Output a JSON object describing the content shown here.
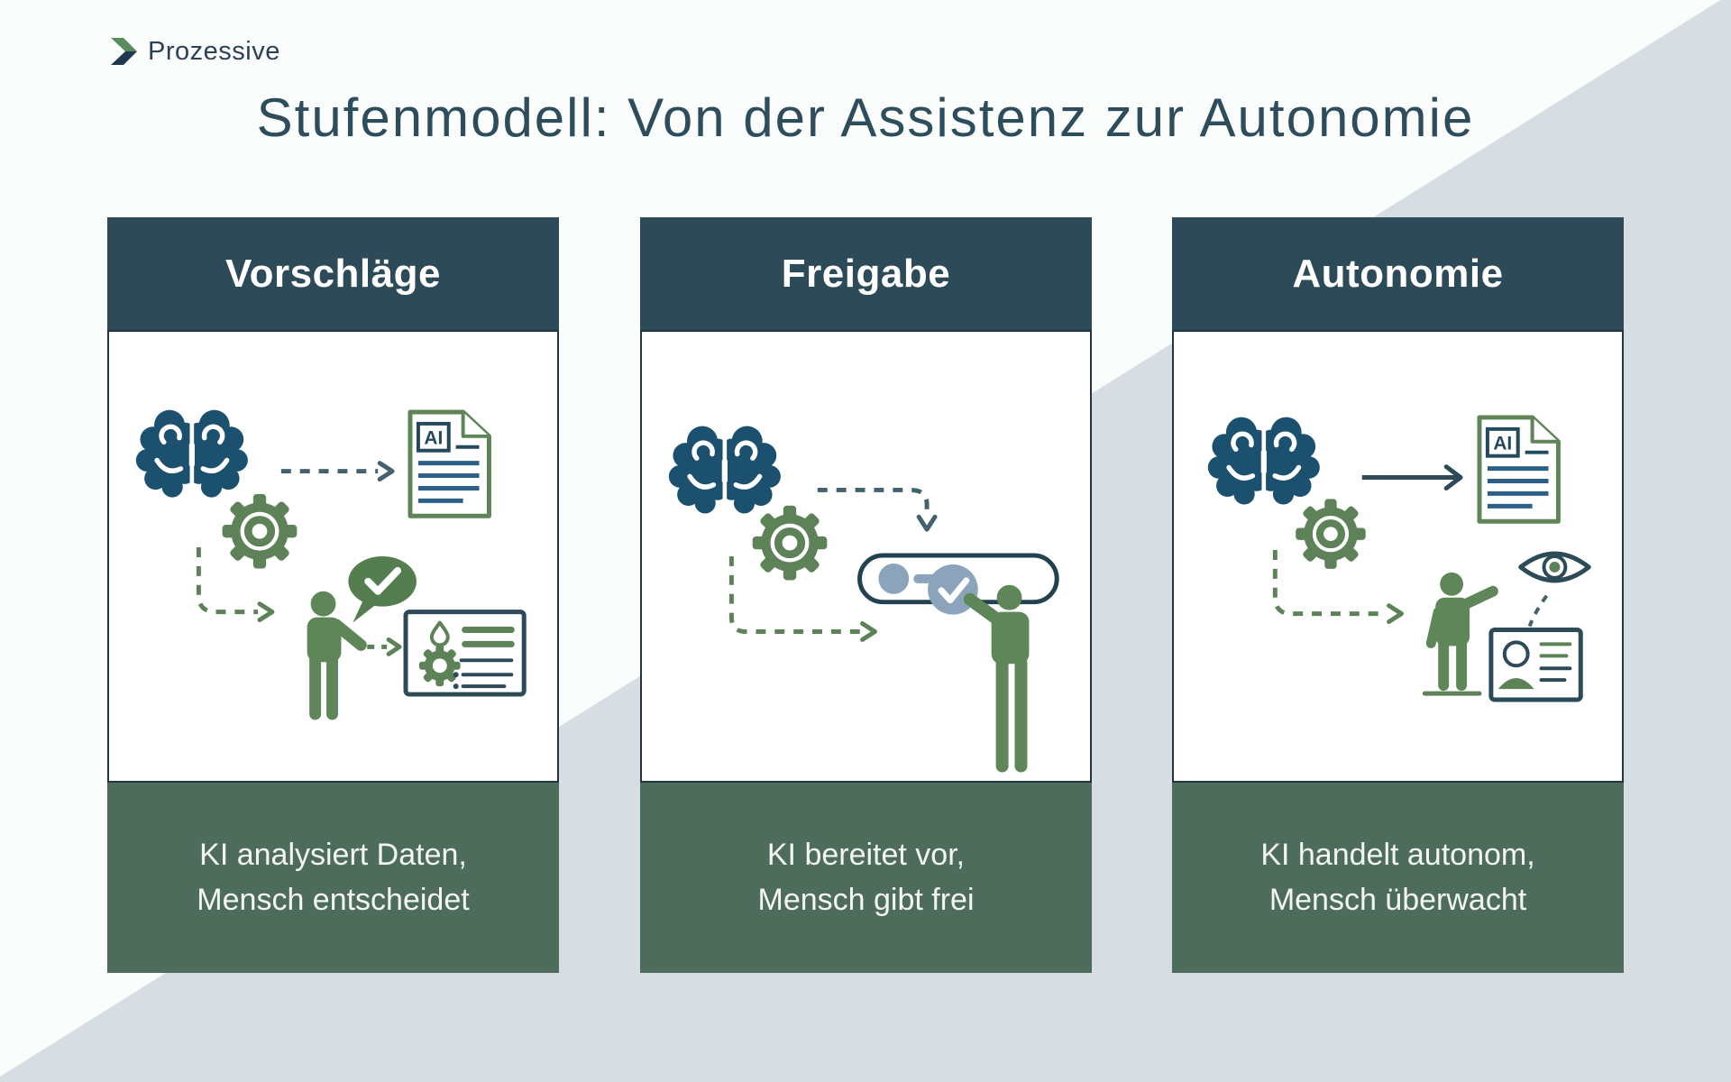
{
  "logo": {
    "text": "Prozessive"
  },
  "title": {
    "text": "Stufenmodell: Von der Assistenz zur Autonomie"
  },
  "illustration_labels": {
    "ai_badge": "AI"
  },
  "palette": {
    "background": "#fbfcfc",
    "diagonal_gray": "#d7dee3",
    "header_teal": "#2c4a57",
    "footer_green": "#4d6c5c",
    "title_color": "#2e4d5c",
    "logo_text": "#2d4156",
    "logo_chevron_green": "#5c8a61",
    "logo_chevron_navy": "#20374e",
    "brain_blue": "#1b516e",
    "gear_green": "#5d8257",
    "person_green": "#5e8658",
    "speech_bubble_green": "#547e4f",
    "arrow_teal": "#44626e",
    "document_border_green": "#5f8458",
    "document_lines_blue": "#2d6086",
    "toggle_blue": "#8ba4bb",
    "outline_dark": "#2c4a57"
  },
  "cards": [
    {
      "title": "Vorschläge",
      "caption1": "KI analysiert Daten,",
      "caption2": "Mensch entscheidet",
      "icons": [
        "brain-icon",
        "gear-icon",
        "ai-document-icon",
        "person-icon",
        "speech-bubble-check-icon",
        "settings-document-icon",
        "dashed-arrow-icon"
      ]
    },
    {
      "title": "Freigabe",
      "caption1": "KI bereitet vor,",
      "caption2": "Mensch gibt frei",
      "icons": [
        "brain-icon",
        "gear-icon",
        "approval-toggle-icon",
        "check-circle-icon",
        "person-icon",
        "dashed-arrow-icon"
      ]
    },
    {
      "title": "Autonomie",
      "caption1": "KI handelt autonom,",
      "caption2": "Mensch überwacht",
      "icons": [
        "brain-icon",
        "gear-icon",
        "ai-document-icon",
        "eye-icon",
        "person-icon",
        "id-card-icon",
        "solid-arrow-icon",
        "dashed-arrow-icon"
      ]
    }
  ]
}
